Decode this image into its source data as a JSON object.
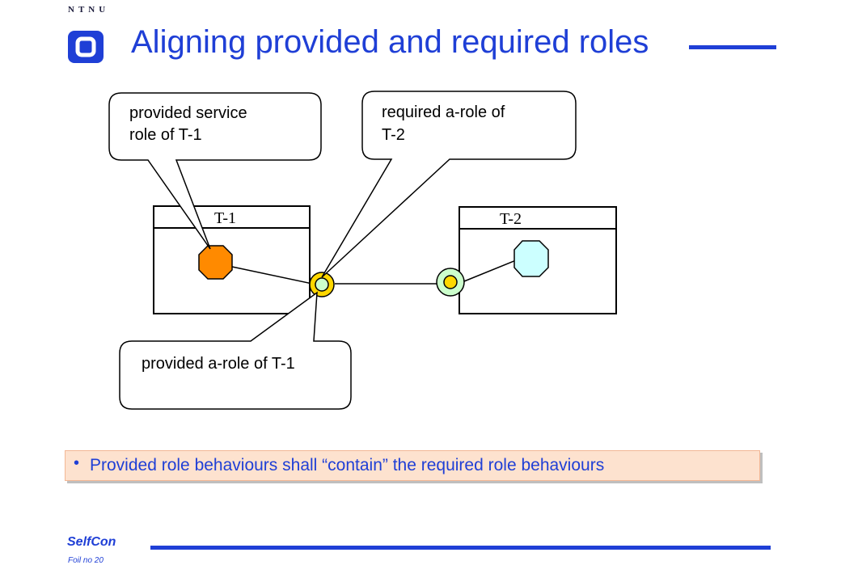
{
  "logo": {
    "text": "NTNU"
  },
  "title": "Aligning provided and required roles",
  "diagram": {
    "callouts": [
      {
        "lines": [
          "provided service",
          "role of T-1"
        ]
      },
      {
        "lines": [
          "required a-role of",
          "T-2"
        ]
      },
      {
        "lines": [
          "provided a-role of T-1"
        ]
      }
    ],
    "classes": [
      {
        "label": "T-1"
      },
      {
        "label": "T-2"
      }
    ],
    "colors": {
      "provided_role": "#ff8a00",
      "required_role": "#ccffff",
      "port_ring": "#ffd700",
      "port_ring_t2": "#ccffcc",
      "port_inner": "#ffd700"
    }
  },
  "bullet": {
    "text": "Provided role behaviours shall “contain” the required role behaviours"
  },
  "footer": {
    "brand": "SelfCon",
    "sub": "Foil no 20"
  }
}
